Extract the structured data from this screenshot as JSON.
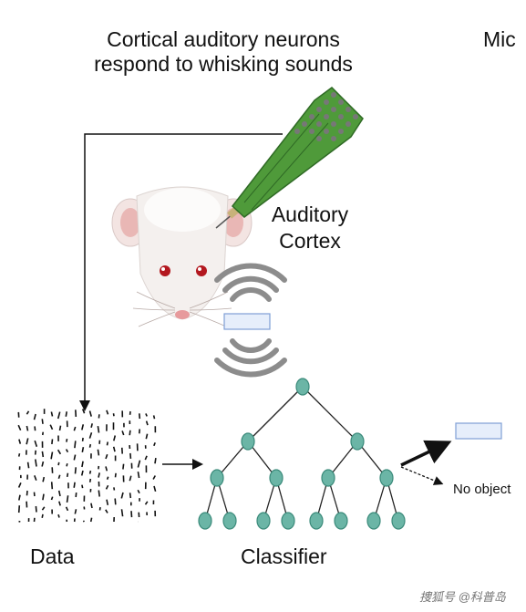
{
  "title": {
    "line1": "Cortical auditory neurons",
    "line2": "respond to whisking sounds"
  },
  "cut_off_title": "Mic",
  "region_label": {
    "line1": "Auditory",
    "line2": "Cortex"
  },
  "data_label": "Data",
  "classifier_label": "Classifier",
  "outputs": {
    "negative": "No object"
  },
  "watermark": "捜狐号 @科普岛",
  "colors": {
    "probe_green": "#4f9a3a",
    "probe_dark": "#2f6a25",
    "node_fill": "#6bb5a6",
    "node_stroke": "#3a8a7a",
    "sound_waves": "#8c8c8c",
    "object_box_fill": "#e6eefb",
    "object_box_stroke": "#7f9fd6"
  },
  "icons": {
    "rat": "rat-head-icon",
    "probe": "electrode-probe-icon",
    "sound": "sound-wave-icon",
    "object": "object-box-icon",
    "tree": "decision-tree-icon"
  }
}
